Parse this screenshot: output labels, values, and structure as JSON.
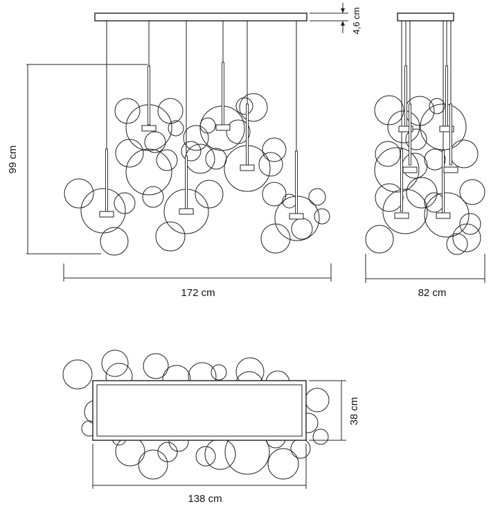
{
  "dimensions": {
    "canopy_height": "4,6 cm",
    "total_height": "99 cm",
    "front_width": "172 cm",
    "side_width": "82 cm",
    "top_width": "138 cm",
    "top_depth": "38 cm"
  }
}
